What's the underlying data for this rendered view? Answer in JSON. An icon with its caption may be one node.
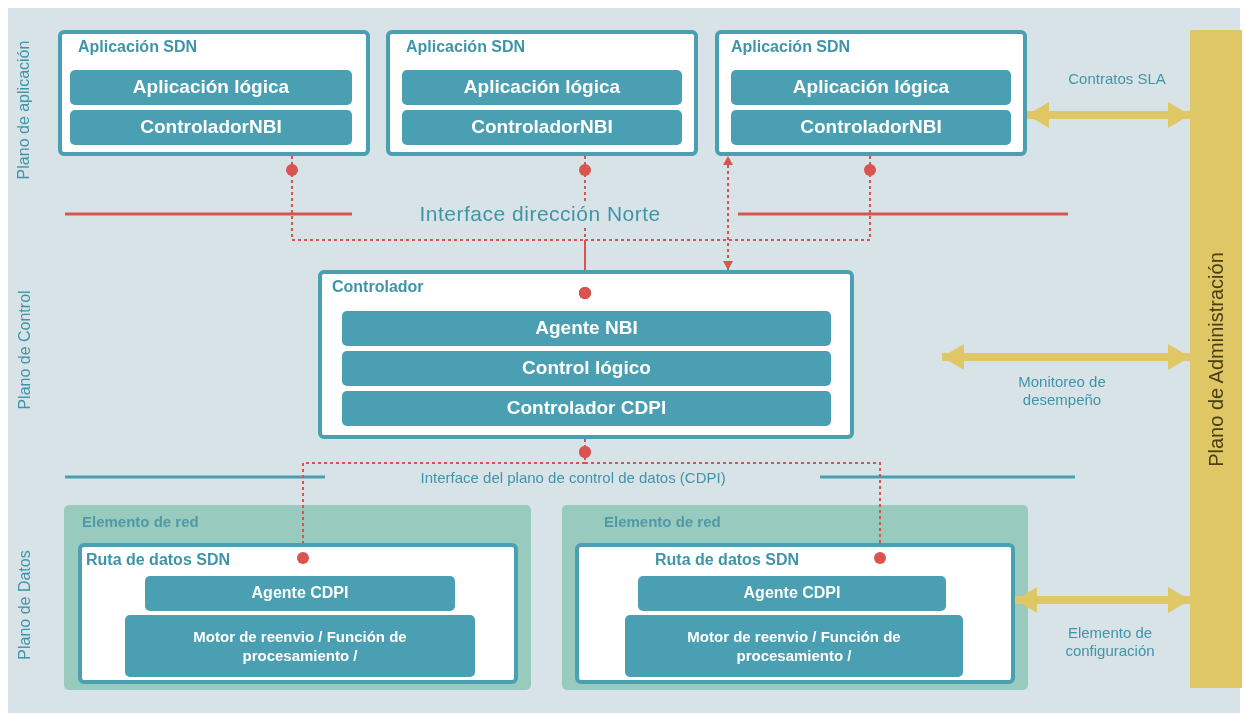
{
  "diagram": {
    "nodes": [
      {
        "text": [
          "Aplicación SDN"
        ]
      },
      {
        "text": [
          "Aplicación lógica"
        ],
        "in": 0
      },
      {
        "text": [
          "ControladorNBI"
        ],
        "in": 0
      },
      {
        "text": [
          "Aplicación SDN"
        ]
      },
      {
        "text": [
          "Aplicación lógica"
        ],
        "in": 3
      },
      {
        "text": [
          "ControladorNBI"
        ],
        "in": 3
      },
      {
        "text": [
          "Aplicación SDN"
        ]
      },
      {
        "text": [
          "Aplicación lógica"
        ],
        "in": 6
      },
      {
        "text": [
          "ControladorNBI"
        ],
        "in": 6
      },
      {
        "text": [
          "Controlador"
        ]
      },
      {
        "text": [
          "Agente NBI"
        ],
        "in": 9
      },
      {
        "text": [
          "Control lógico"
        ],
        "in": 9
      },
      {
        "text": [
          "Controlador CDPI"
        ],
        "in": 9
      },
      {
        "text": [
          "Elemento de red"
        ]
      },
      {
        "text": [
          "Ruta de datos SDN"
        ],
        "in": 13
      },
      {
        "text": [
          "Agente CDPI"
        ],
        "in": 14
      },
      {
        "text": [
          "Motor de reenvio / Función de procesamiento /"
        ],
        "in": 14
      },
      {
        "text": [
          "Elemento de red"
        ]
      },
      {
        "text": [
          "Ruta de datos SDN"
        ],
        "in": 17
      },
      {
        "text": [
          "Agente CDPI"
        ],
        "in": 18
      },
      {
        "text": [
          "Motor de reenvio / Función de procesamiento /"
        ],
        "in": 18
      },
      {
        "text": [
          "Plano de Administración"
        ]
      }
    ],
    "edges": [
      {
        "from": 0,
        "to": 9,
        "arrow": "other",
        "style": "dashed"
      },
      {
        "from": 3,
        "to": 9,
        "arrow": "other",
        "style": "dashed"
      },
      {
        "from": 6,
        "to": 9,
        "arrow": "other",
        "style": "dashed"
      },
      {
        "from": 9,
        "to": 6,
        "arrow": "both",
        "style": "dashed"
      },
      {
        "from": 9,
        "to": 14,
        "arrow": "other",
        "style": "dashed"
      },
      {
        "from": 9,
        "to": 18,
        "arrow": "other",
        "style": "dashed"
      },
      {
        "from": 6,
        "to": 21,
        "arrow": "both",
        "label": "Contratos SLA",
        "style": "thick",
        "color": "#dfc765"
      },
      {
        "from": null,
        "to": 21,
        "arrow": "both",
        "label": "Monitoreo de desempeño",
        "style": "thick",
        "color": "#dfc765"
      },
      {
        "from": 18,
        "to": 21,
        "arrow": "both",
        "label": "Elemento de configuración",
        "style": "thick",
        "color": "#dfc765"
      }
    ],
    "labels": [
      "Plano de aplicación",
      "Interface dirección Norte",
      "Plano de Control",
      "Interface del plano de control de datos (CDPI)",
      "Plano de Datos"
    ]
  }
}
